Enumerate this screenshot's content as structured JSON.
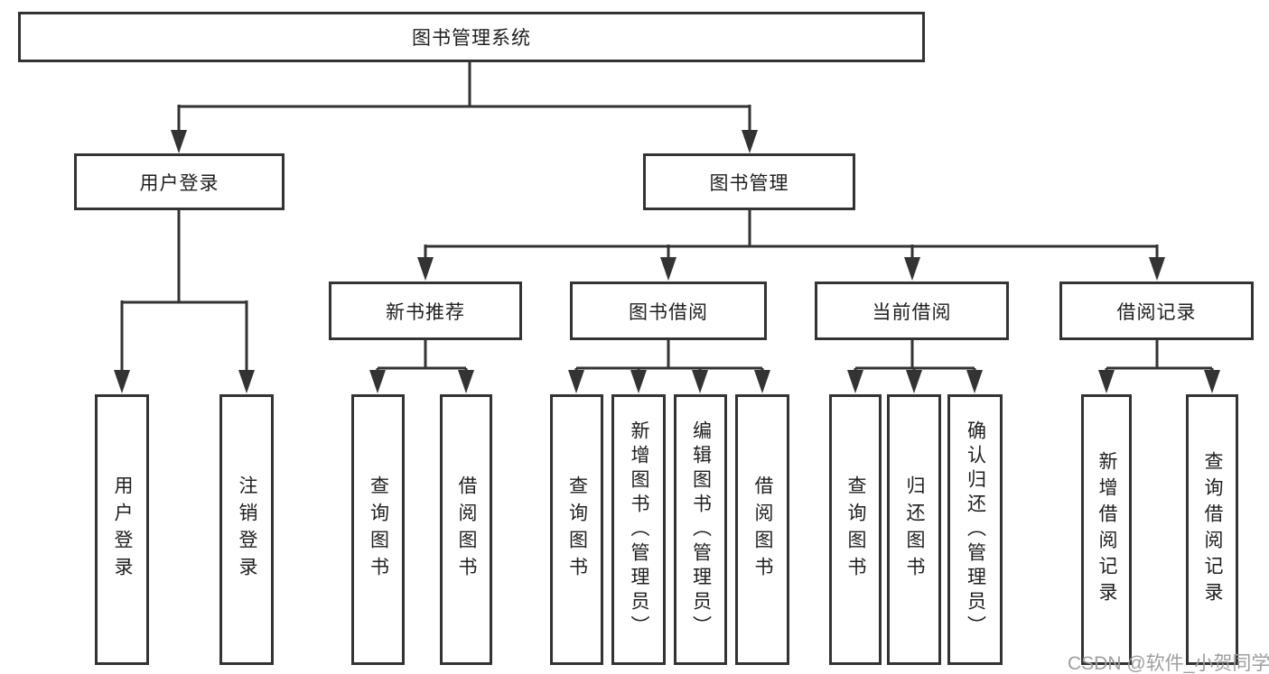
{
  "diagram": {
    "watermark": "CSDN @软件_小贺同学",
    "colors": {
      "line": "#333333",
      "text": "#1e1e1e",
      "box_background": "#ffffff",
      "watermark": "#9e9e9e"
    },
    "nodes": {
      "root": {
        "label": "图书管理系统"
      },
      "user_login": {
        "label": "用户登录"
      },
      "book_mgmt": {
        "label": "图书管理"
      },
      "new_book_rec": {
        "label": "新书推荐"
      },
      "book_borrow": {
        "label": "图书借阅"
      },
      "current_borrow": {
        "label": "当前借阅"
      },
      "borrow_records": {
        "label": "借阅记录"
      },
      "leaf_user_login": {
        "label": "用户登录"
      },
      "leaf_logout": {
        "label": "注销登录"
      },
      "leaf_query_books_1": {
        "label": "查询图书"
      },
      "leaf_borrow_books_1": {
        "label": "借阅图书"
      },
      "leaf_query_books_2": {
        "label": "查询图书"
      },
      "leaf_add_books": {
        "label": "新增图书（管理员）"
      },
      "leaf_edit_books": {
        "label": "编辑图书（管理员）"
      },
      "leaf_borrow_books_2": {
        "label": "借阅图书"
      },
      "leaf_query_books_3": {
        "label": "查询图书"
      },
      "leaf_return_books": {
        "label": "归还图书"
      },
      "leaf_confirm_return": {
        "label": "确认归还（管理员）"
      },
      "leaf_add_borrow_record": {
        "label": "新增借阅记录"
      },
      "leaf_query_borrow_record": {
        "label": "查询借阅记录"
      }
    }
  }
}
